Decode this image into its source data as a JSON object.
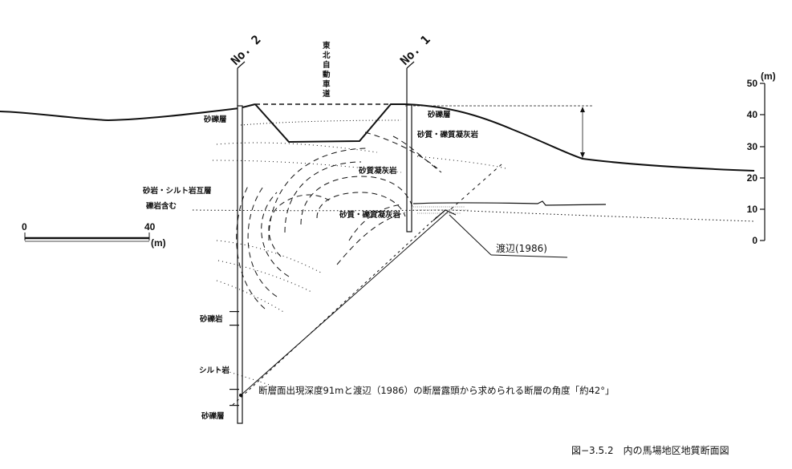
{
  "boreholes": {
    "no2": "No. 2",
    "no1": "No. 1"
  },
  "road_label": "東北自動車道",
  "strata": {
    "no2_top_gravel": "砂礫層",
    "alternation_1": "砂岩・シルト岩互層",
    "alternation_2": "礫岩含む",
    "no2_gravel_rock": "砂礫岩",
    "no2_silt": "シルト岩",
    "no2_bottom_gravel": "砂礫層",
    "no1_top_gravel": "砂礫層",
    "no1_sandy_tuff_1": "砂質・礫質凝灰岩",
    "no1_sandy_tuff": "砂質凝灰岩",
    "no1_sandy_tuff_2": "砂質・礫質凝灰岩"
  },
  "watanabe_label": "渡辺(1986)",
  "fault_note": "断層面出現深度91mと渡辺（1986）の断層露頭から求められる断層の角度「約42°」",
  "scale_bar": {
    "start": "0",
    "end": "40",
    "unit": "(m)"
  },
  "elevation_axis": {
    "unit": "(m)",
    "ticks": [
      "50",
      "40",
      "30",
      "20",
      "10",
      "0"
    ]
  },
  "caption": "図−3.5.2　内の馬場地区地質断面図"
}
